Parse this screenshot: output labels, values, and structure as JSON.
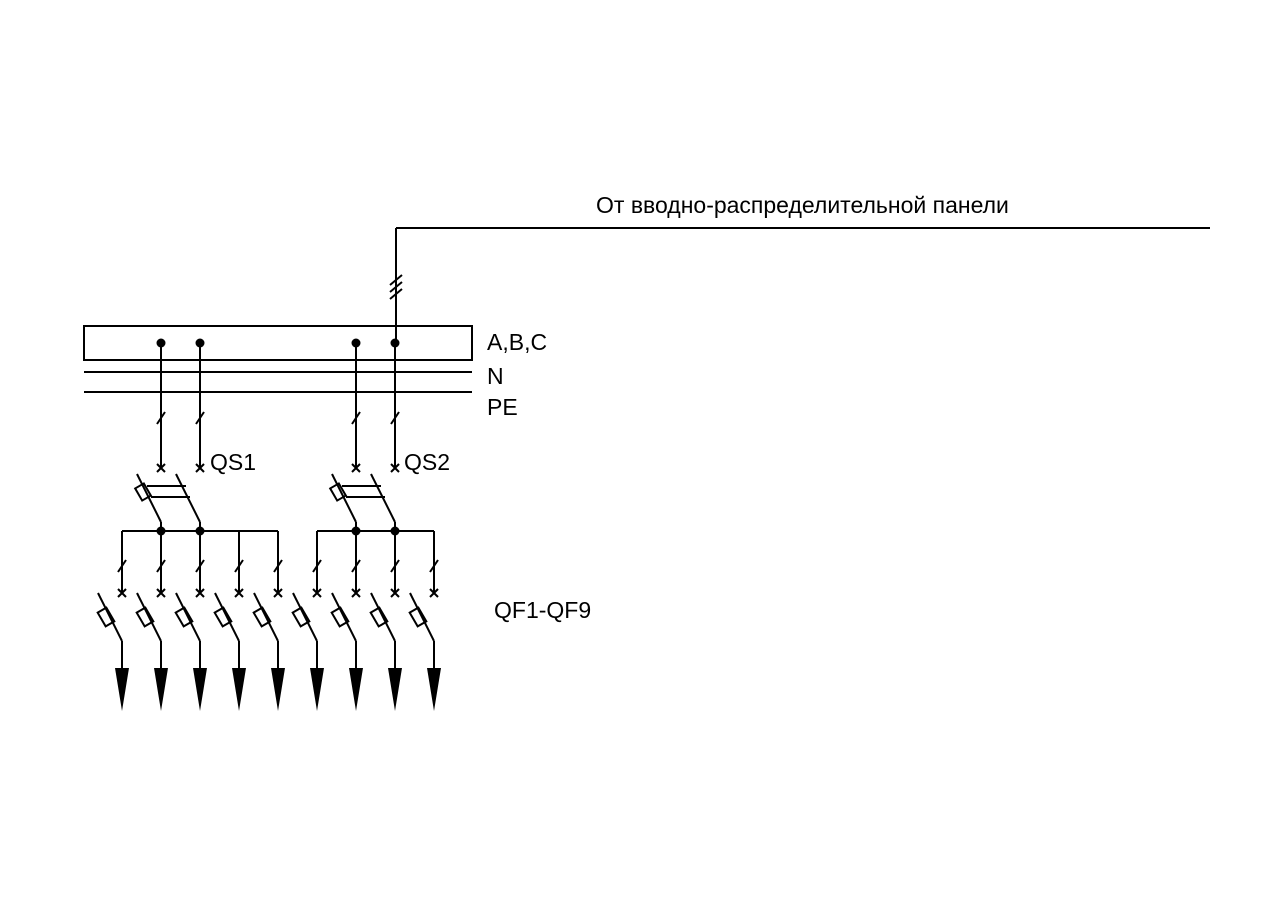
{
  "diagram": {
    "source_label": "От вводно-распределительной панели",
    "bus_abc_label": "A,B,C",
    "bus_n_label": "N",
    "bus_pe_label": "PE",
    "switch_1_label": "QS1",
    "switch_2_label": "QS2",
    "breakers_label": "QF1-QF9"
  },
  "colors": {
    "line": "#000000",
    "background": "#ffffff"
  }
}
